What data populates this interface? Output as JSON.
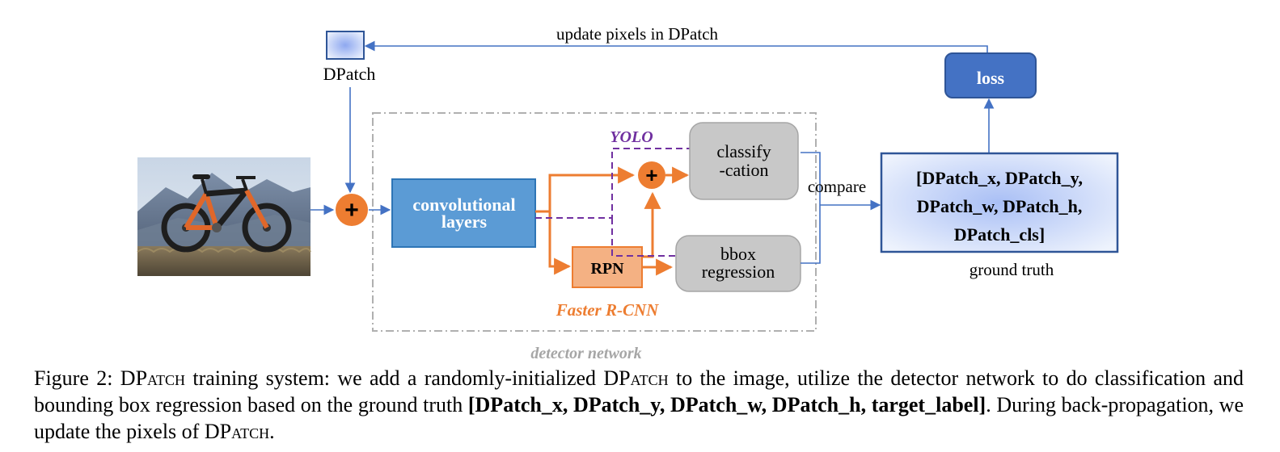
{
  "diagram": {
    "feedback_label": "update pixels in DPatch",
    "dpatch_label": "DPatch",
    "loss_label": "loss",
    "conv_label_1": "convolutional",
    "conv_label_2": "layers",
    "rpn_label": "RPN",
    "yolo_label": "YOLO",
    "faster_rcnn_label": "Faster R-CNN",
    "classify_label_1": "classify",
    "classify_label_2": "-cation",
    "bbox_label_1": "bbox",
    "bbox_label_2": "regression",
    "compare_label": "compare",
    "ground_truth_line_1": "[DPatch_x, DPatch_y,",
    "ground_truth_line_2": "DPatch_w, DPatch_h,",
    "ground_truth_line_3": "DPatch_cls]",
    "ground_truth_label": "ground truth",
    "detector_network_label": "detector network",
    "plus_symbol": "+",
    "colors": {
      "blue_dark": "#4472c4",
      "blue_conv": "#5b9bd5",
      "orange": "#ed7d31",
      "purple": "#7030a0",
      "gray_box": "#c8c8c8",
      "arrow_blue": "#4472c4"
    }
  },
  "caption": {
    "part1": "Figure 2: D",
    "part1_sc": "Patch",
    "part2": " training system: we add a randomly-initialized D",
    "part2_sc": "Patch",
    "part3": " to the image, utilize the detector network to do classification and bounding box regression based on the ground truth ",
    "bold_text": "[DPatch_x, DPatch_y, DPatch_w, DPatch_h, target_label]",
    "part4": ". During back-propagation, we update the pixels of D",
    "part4_sc": "Patch",
    "part5": "."
  }
}
